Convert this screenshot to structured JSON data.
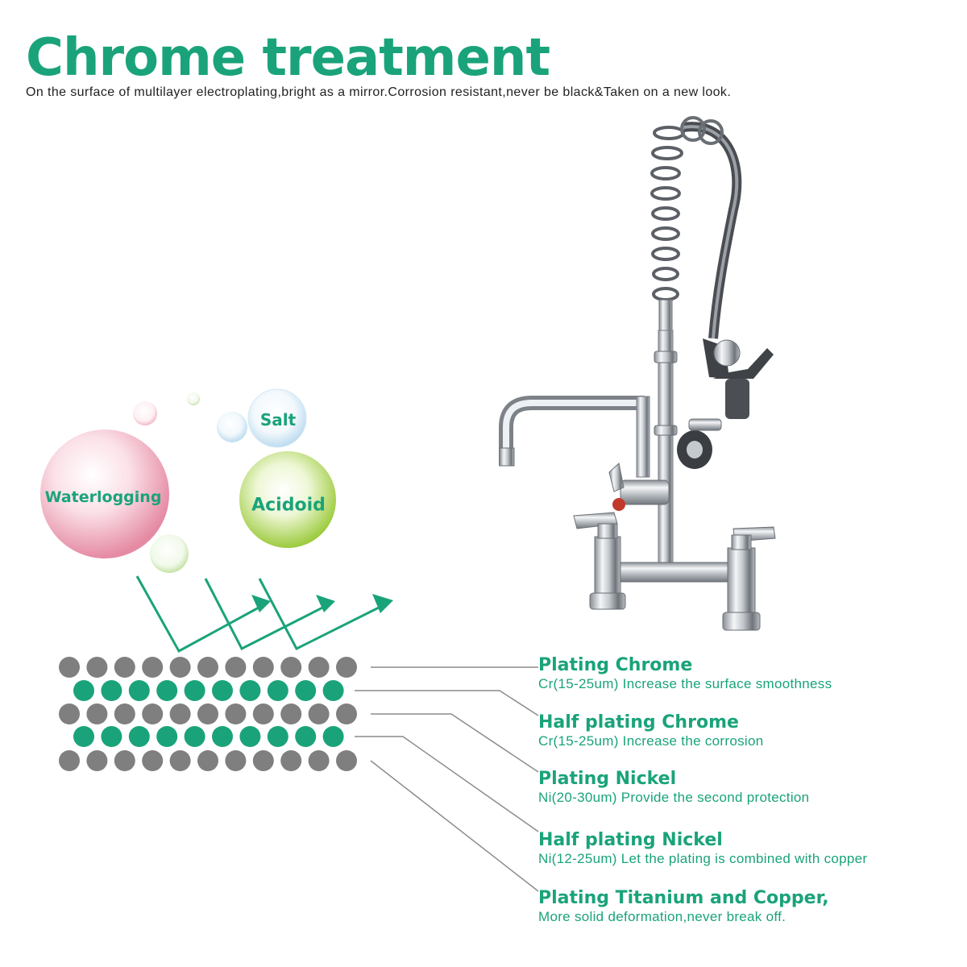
{
  "header": {
    "title": "Chrome treatment",
    "subtitle": "On the surface of multilayer electroplating,bright as a mirror.Corrosion resistant,never be black&Taken on a new look."
  },
  "bubbles": [
    {
      "label": "Waterlogging",
      "color": "#e9a0b3"
    },
    {
      "label": "Salt",
      "color": "#cfe6f4"
    },
    {
      "label": "Acidoid",
      "color": "#a8d25a"
    }
  ],
  "layers": [
    {
      "name": "Plating Chrome",
      "desc": "Cr(15-25um) Increase the surface smoothness"
    },
    {
      "name": "Half plating Chrome",
      "desc": "Cr(15-25um) Increase the corrosion"
    },
    {
      "name": "Plating Nickel",
      "desc": "Ni(20-30um) Provide the second protection"
    },
    {
      "name": "Half plating Nickel",
      "desc": "Ni(12-25um) Let the plating is combined with copper"
    },
    {
      "name": "Plating Titanium and Copper,",
      "desc": "More solid deformation,never break off."
    }
  ],
  "colors": {
    "accent": "#1aa37a",
    "grey_dot": "#7f7f7f",
    "green_dot": "#1aa37a"
  },
  "icons": {
    "product": "faucet-icon"
  }
}
